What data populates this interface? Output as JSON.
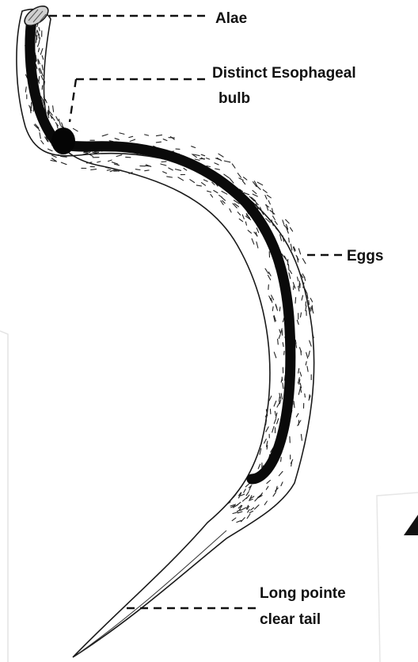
{
  "labels": {
    "alae": "Alae",
    "esophageal_line1": "Distinct Esophageal",
    "esophageal_line2": "bulb",
    "eggs": "Eggs",
    "tail_line1": "Long pointe",
    "tail_line2": "clear tail"
  }
}
